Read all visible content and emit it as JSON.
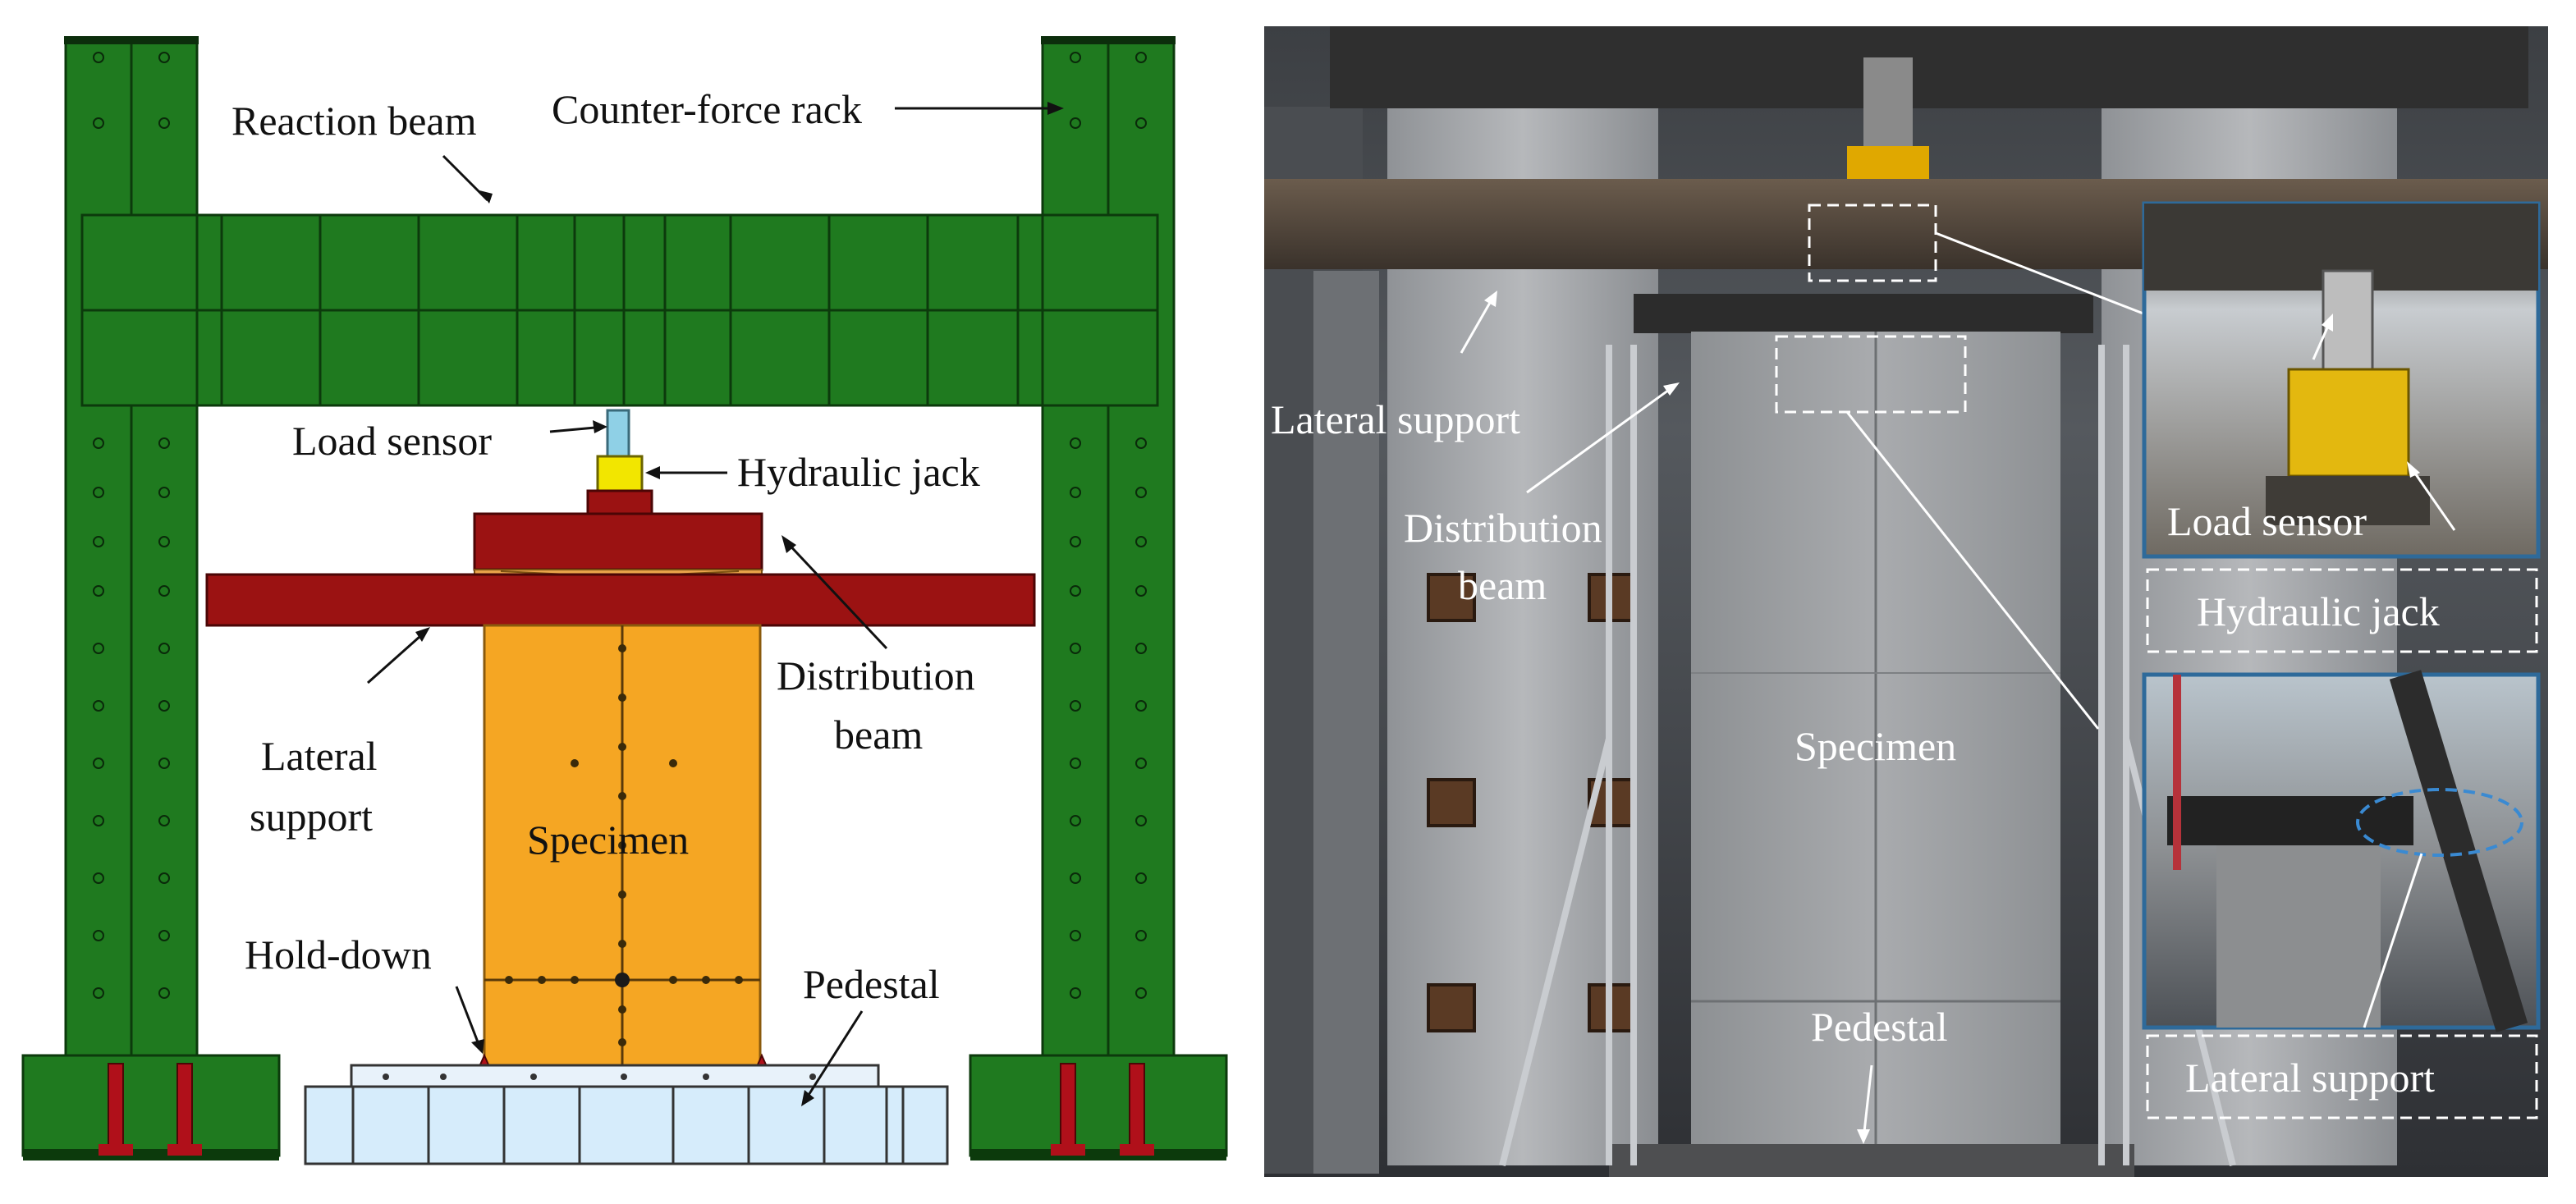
{
  "diagram": {
    "labels": {
      "reaction_beam": "Reaction beam",
      "counter_force_rack": "Counter-force rack",
      "load_sensor": "Load sensor",
      "hydraulic_jack": "Hydraulic jack",
      "distribution_beam_line1": "Distribution",
      "distribution_beam_line2": "beam",
      "lateral_support_line1": "Lateral",
      "lateral_support_line2": "support",
      "specimen": "Specimen",
      "hold_down": "Hold-down",
      "pedestal": "Pedestal"
    },
    "colors": {
      "rack_green": "#1f7a1f",
      "specimen_orange": "#f5a623",
      "beam_red": "#9b1212",
      "jack_yellow": "#f2e600",
      "sensor_blue": "#8fd0e6",
      "pedestal_blue": "#d6ecfb"
    }
  },
  "photo": {
    "labels": {
      "lateral_support": "Lateral support",
      "distribution_beam_line1": "Distribution",
      "distribution_beam_line2": "beam",
      "specimen": "Specimen",
      "pedestal": "Pedestal"
    },
    "insets": {
      "top_label_load_sensor": "Load sensor",
      "top_caption": "Hydraulic jack",
      "bottom_caption": "Lateral support"
    }
  }
}
